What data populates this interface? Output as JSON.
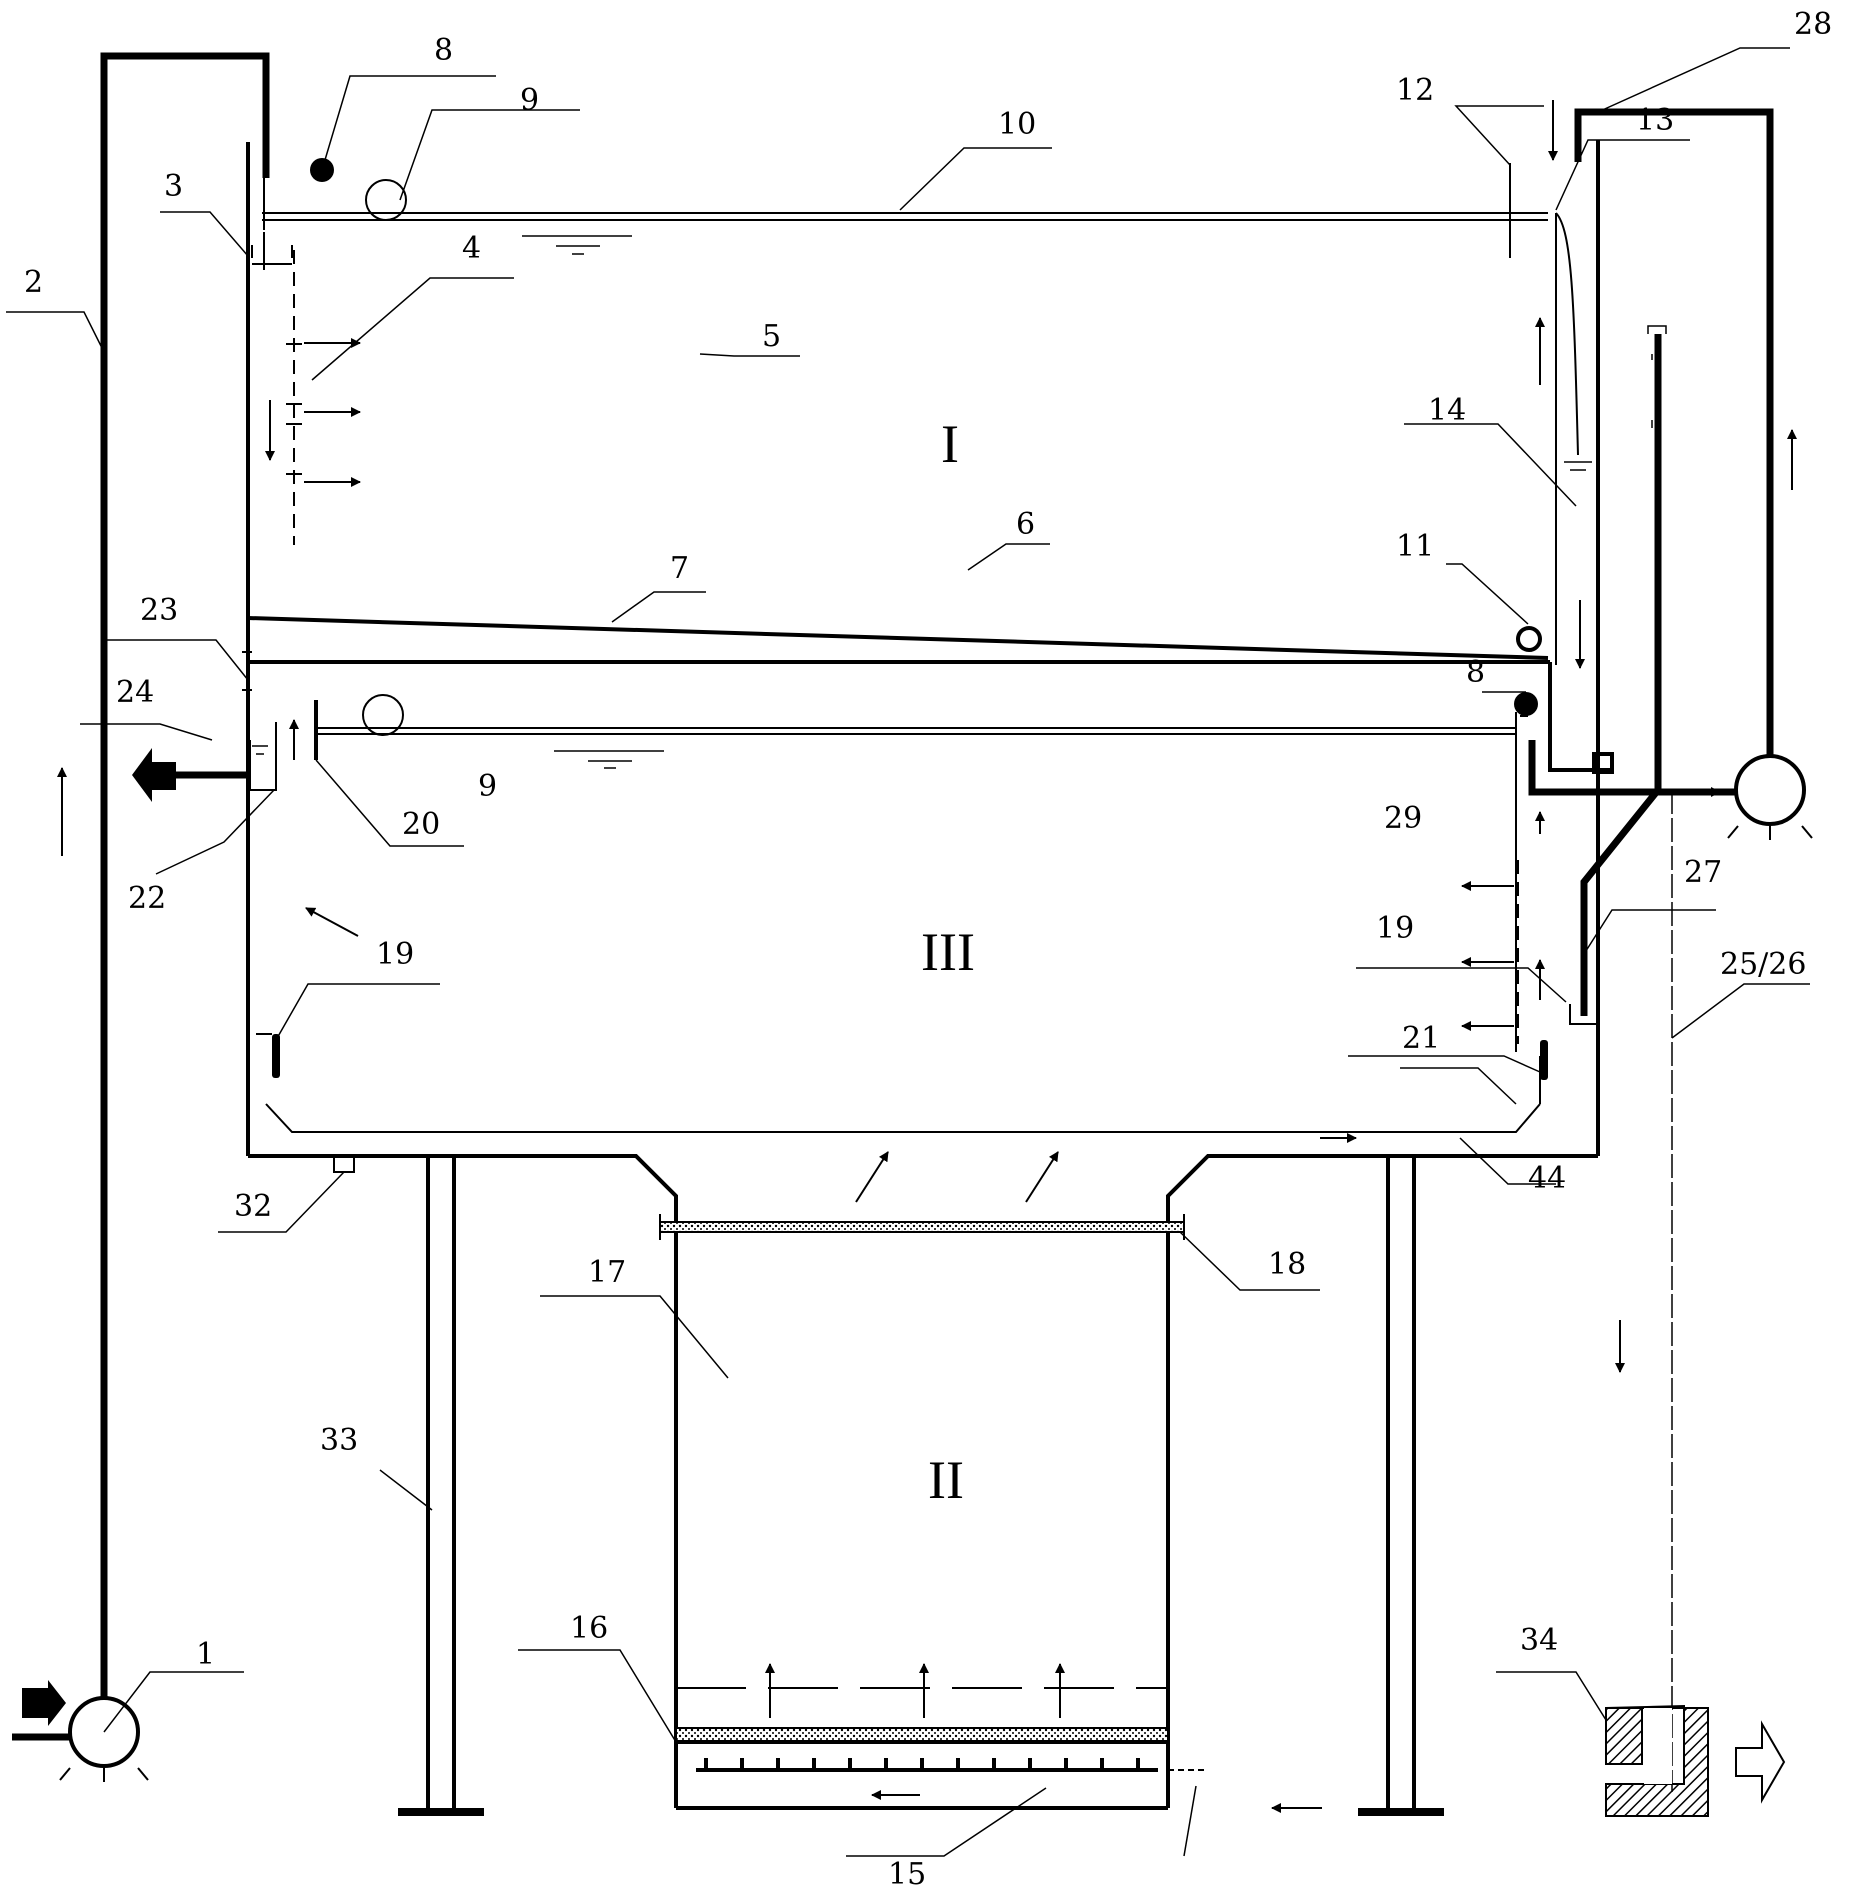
{
  "zones": {
    "I": "I",
    "II": "II",
    "III": "III"
  },
  "labels": {
    "l1": "1",
    "l2": "2",
    "l3": "3",
    "l4": "4",
    "l5": "5",
    "l6": "6",
    "l7": "7",
    "l8a": "8",
    "l8b": "8",
    "l9a": "9",
    "l9b": "9",
    "l10": "10",
    "l11": "11",
    "l12": "12",
    "l13": "13",
    "l14": "14",
    "l15": "15",
    "l16": "16",
    "l17": "17",
    "l18": "18",
    "l19a": "19",
    "l19b": "19",
    "l20": "20",
    "l21": "21",
    "l22": "22",
    "l23": "23",
    "l24": "24",
    "l2526": "25/26",
    "l27": "27",
    "l28": "28",
    "l29": "29",
    "l32": "32",
    "l33": "33",
    "l34": "34",
    "l44": "44"
  }
}
